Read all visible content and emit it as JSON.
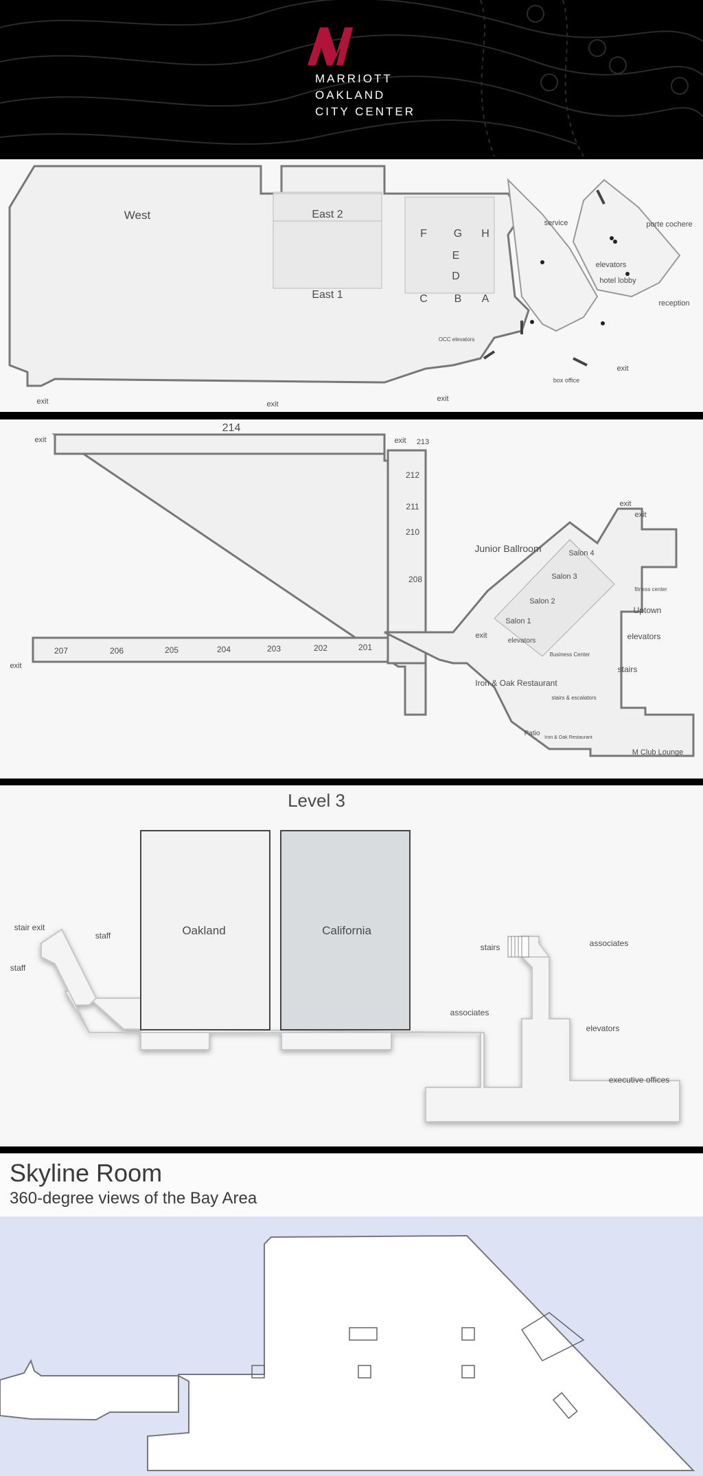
{
  "brand": {
    "logo_letter": "M",
    "line1": "MARRIOTT",
    "line2": "OAKLAND",
    "line3": "CITY CENTER",
    "logo_color": "#b0143a"
  },
  "floor1": {
    "rooms": {
      "west": "West",
      "east1": "East 1",
      "east2": "East 2",
      "f": "F",
      "g": "G",
      "h": "H",
      "e": "E",
      "d": "D",
      "c": "C",
      "b": "B",
      "a": "A"
    },
    "labels": {
      "service": "service",
      "porte_cochere": "porte cochere",
      "elevators": "elevators",
      "hotel_lobby": "hotel lobby",
      "reception": "reception",
      "occ_elevators": "OCC elevators",
      "box_office": "box office",
      "exit": "exit"
    }
  },
  "floor2": {
    "rooms": {
      "r214": "214",
      "r213": "213",
      "r212": "212",
      "r211": "211",
      "r210": "210",
      "r208": "208",
      "r207": "207",
      "r206": "206",
      "r205": "205",
      "r204": "204",
      "r203": "203",
      "r202": "202",
      "r201": "201",
      "junior_ballroom": "Junior Ballroom",
      "salon1": "Salon 1",
      "salon2": "Salon 2",
      "salon3": "Salon 3",
      "salon4": "Salon 4",
      "fitness_center": "fitness center",
      "uptown": "Uptown",
      "business_center": "Business Center",
      "iron_oak_restaurant": "Iron & Oak Restaurant",
      "stairs_escalators": "stairs & escalators",
      "patio": "Patio",
      "iron_oak_small": "Iron & Oak Restaurant",
      "m_club_lounge": "M Club Lounge"
    },
    "labels": {
      "exit": "exit",
      "elevators": "elevators",
      "stairs": "stairs"
    }
  },
  "floor3": {
    "title": "Level 3",
    "rooms": {
      "oakland": "Oakland",
      "california": "California"
    },
    "labels": {
      "stair_exit": "stair exit",
      "staff": "staff",
      "stairs": "stairs",
      "associates": "associates",
      "elevators": "elevators",
      "executive_offices": "executive offices"
    },
    "highlight_color": "#d9dcdf"
  },
  "skyline": {
    "title": "Skyline Room",
    "subtitle": "360-degree views of the Bay Area",
    "water_color": "#dde3f5"
  }
}
